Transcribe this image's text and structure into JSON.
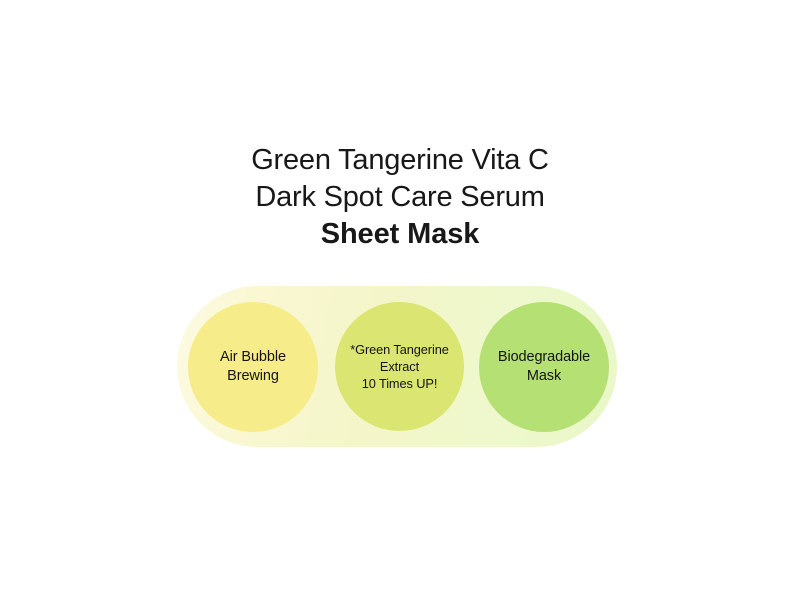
{
  "page": {
    "background_color": "#ffffff"
  },
  "title": {
    "line1": "Green Tangerine Vita C",
    "line2": "Dark Spot Care Serum",
    "line3": "Sheet Mask"
  },
  "pill": {
    "gradient_start_color": "#fdfbe2",
    "gradient_end_color": "#e9f7c8",
    "features": [
      {
        "id": "air-bubble-brewing",
        "label": "Air Bubble\nBrewing",
        "color": "#f7ec8a"
      },
      {
        "id": "green-tangerine-extract",
        "label": "*Green Tangerine\nExtract\n10 Times UP!",
        "color": "#dbe571"
      },
      {
        "id": "biodegradable-mask",
        "label": "Biodegradable\nMask",
        "color": "#b5e073"
      }
    ]
  }
}
